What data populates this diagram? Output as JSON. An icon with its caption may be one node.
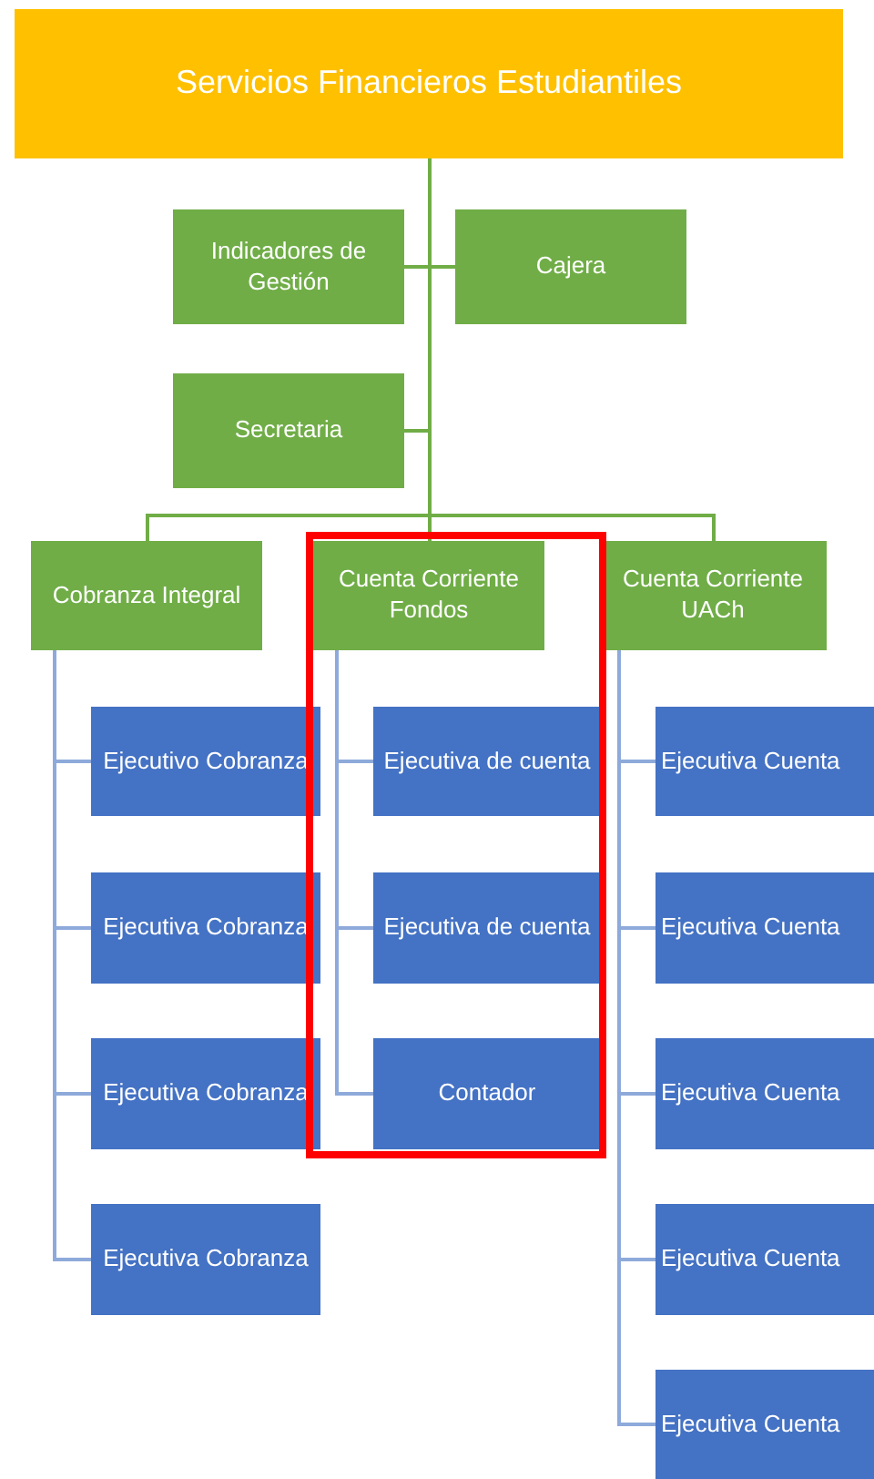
{
  "diagram": {
    "nodes": [
      {
        "text": [
          "Servicios Financieros Estudiantiles"
        ]
      },
      {
        "text": [
          "Indicadores de Gestión"
        ]
      },
      {
        "text": [
          "Cajera"
        ]
      },
      {
        "text": [
          "Secretaria"
        ]
      },
      {
        "text": [
          "Cobranza Integral"
        ]
      },
      {
        "text": [
          "Cuenta Corriente Fondos"
        ]
      },
      {
        "text": [
          "Cuenta Corriente UACh"
        ]
      },
      {
        "text": [
          "Ejecutivo Cobranza"
        ]
      },
      {
        "text": [
          "Ejecutiva Cobranza"
        ]
      },
      {
        "text": [
          "Ejecutiva Cobranza"
        ]
      },
      {
        "text": [
          "Ejecutiva Cobranza"
        ]
      },
      {
        "text": [
          "Ejecutiva de cuenta"
        ]
      },
      {
        "text": [
          "Ejecutiva de cuenta"
        ]
      },
      {
        "text": [
          "Contador"
        ]
      },
      {
        "text": [
          "Ejecutiva Cuenta"
        ]
      },
      {
        "text": [
          "Ejecutiva Cuenta"
        ]
      },
      {
        "text": [
          "Ejecutiva Cuenta"
        ]
      },
      {
        "text": [
          "Ejecutiva Cuenta"
        ]
      },
      {
        "text": [
          "Ejecutiva Cuenta"
        ]
      }
    ],
    "edges": [
      {
        "from": 0,
        "to": 1,
        "arrow": "none",
        "color": "#70ad47"
      },
      {
        "from": 0,
        "to": 2,
        "arrow": "none",
        "color": "#70ad47"
      },
      {
        "from": 0,
        "to": 3,
        "arrow": "none",
        "color": "#70ad47"
      },
      {
        "from": 0,
        "to": 4,
        "arrow": "none",
        "color": "#70ad47"
      },
      {
        "from": 0,
        "to": 5,
        "arrow": "none",
        "color": "#70ad47"
      },
      {
        "from": 0,
        "to": 6,
        "arrow": "none",
        "color": "#70ad47"
      },
      {
        "from": 4,
        "to": 7,
        "arrow": "none"
      },
      {
        "from": 4,
        "to": 8,
        "arrow": "none"
      },
      {
        "from": 4,
        "to": 9,
        "arrow": "none"
      },
      {
        "from": 4,
        "to": 10,
        "arrow": "none"
      },
      {
        "from": 5,
        "to": 11,
        "arrow": "none"
      },
      {
        "from": 5,
        "to": 12,
        "arrow": "none"
      },
      {
        "from": 5,
        "to": 13,
        "arrow": "none"
      },
      {
        "from": 6,
        "to": 14,
        "arrow": "none"
      },
      {
        "from": 6,
        "to": 15,
        "arrow": "none"
      },
      {
        "from": 6,
        "to": 16,
        "arrow": "none"
      },
      {
        "from": 6,
        "to": 17,
        "arrow": "none"
      },
      {
        "from": 6,
        "to": 18,
        "arrow": "none"
      }
    ]
  }
}
